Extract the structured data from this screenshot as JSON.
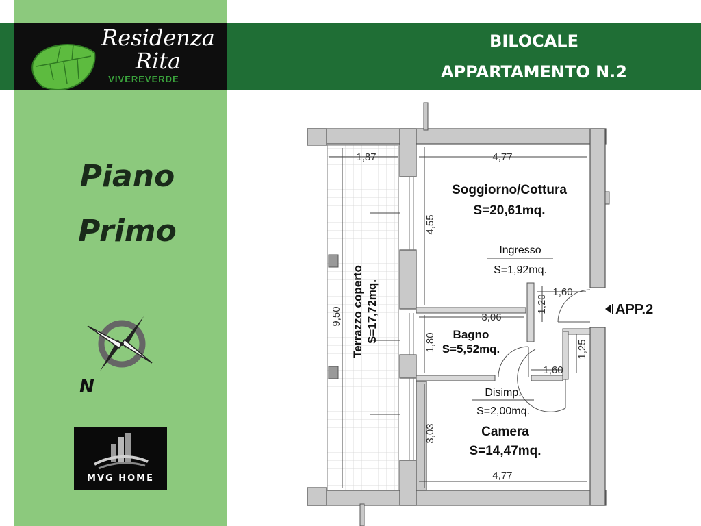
{
  "brand": {
    "line1": "Residenza",
    "line2": "Rita",
    "tagline": "VIVEREVERDE"
  },
  "header": {
    "line1": "BILOCALE",
    "line2": "APPARTAMENTO N.2"
  },
  "floor": {
    "line1": "Piano",
    "line2": "Primo"
  },
  "compass": {
    "north_label": "N"
  },
  "company": {
    "name": "MVG HOME"
  },
  "plan": {
    "rooms": {
      "soggiorno": {
        "name": "Soggiorno/Cottura",
        "area": "S=20,61mq."
      },
      "ingresso": {
        "name": "Ingresso",
        "area": "S=1,92mq."
      },
      "bagno": {
        "name": "Bagno",
        "area": "S=5,52mq."
      },
      "disimpegno": {
        "name": "Disimp.",
        "area": "S=2,00mq."
      },
      "camera": {
        "name": "Camera",
        "area": "S=14,47mq."
      },
      "terrazzo": {
        "name": "Terrazzo coperto",
        "area": "S=17,72mq."
      }
    },
    "dimensions": {
      "terrace_width": "1,87",
      "soggiorno_width": "4,77",
      "soggiorno_depth": "4,55",
      "entry_width": "1,60",
      "entry_depth": "1,20",
      "bagno_width": "3,06",
      "bagno_depth": "1,80",
      "disimp_width": "1,60",
      "disimp_depth": "1,25",
      "camera_depth": "3,03",
      "camera_width": "4,77",
      "terrace_length": "9,50"
    },
    "entrance_label": "APP.2"
  },
  "colors": {
    "left_panel": "#8cc97d",
    "header_band": "#1f6e35",
    "logo_bg": "#0e0e0e",
    "wall_fill": "#c9c9c9",
    "wall_stroke": "#555555"
  }
}
